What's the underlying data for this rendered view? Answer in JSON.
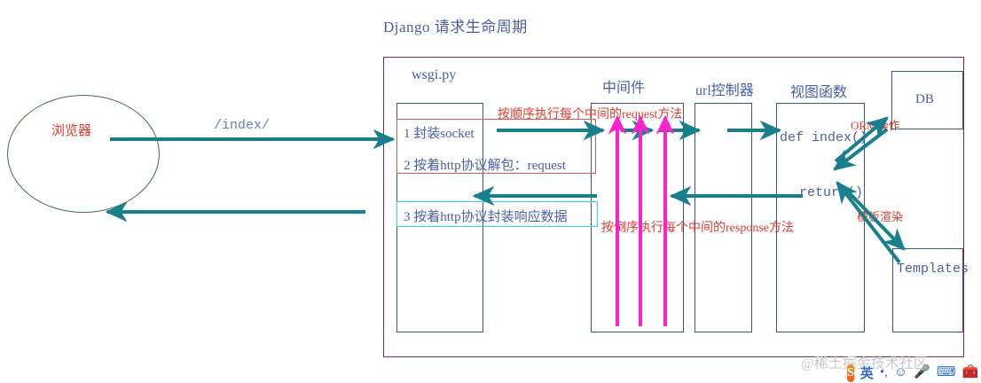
{
  "title": "Django 请求生命周期",
  "browser": {
    "label": "浏览器",
    "request_path": "/index/"
  },
  "columns": [
    {
      "key": "wsgi",
      "title": "wsgi.py"
    },
    {
      "key": "middleware",
      "title": "中间件"
    },
    {
      "key": "urlconf",
      "title": "url控制器"
    },
    {
      "key": "view",
      "title": "视图函数"
    }
  ],
  "wsgi_steps": {
    "step1": "1  封装socket",
    "step2": "2  按着http协议解包：request",
    "step3": "3  按着http协议封装响应数据"
  },
  "view_code": {
    "def_index": "def index()",
    "return": "return()"
  },
  "stores": {
    "db": "DB",
    "templates": "Templates"
  },
  "annotations": {
    "request_flow": "按顺序执行每个中间的request方法",
    "response_flow": "按倒序执行每个中间的response方法",
    "orm": "ORM操作",
    "render": "模板渲染"
  },
  "watermark": "@稀土掘金技术社区",
  "taskbar": {
    "sogou_logo": "S",
    "mode": "英",
    "punctuation": "•,",
    "emoji": "☺",
    "mic": "🎤",
    "keyboard": "⌨",
    "toolbox": "🧰",
    "up": "▲"
  },
  "colors": {
    "outer_frame": "#7a2a55",
    "column_box": "#3a5a78",
    "teal_arrow": "#17808c",
    "magenta_arrow": "#ff22cc",
    "red_text": "#e8392f",
    "blue_text": "#4a5fa8",
    "cyan_box": "#2fd8e0"
  }
}
